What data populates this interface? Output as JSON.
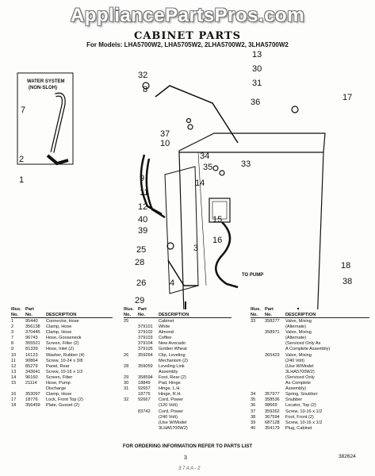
{
  "watermark": "AppliancePartsPros.com",
  "title": "CABINET PARTS",
  "models_line": "For Models: LHA5700W2, LHA5705W2, 2LHA5700W2, 3LHA5700W2",
  "inset_label_1": "WATER SYSTEM",
  "inset_label_2": "(NON-SLOH)",
  "to_pump_label": "TO PUMP",
  "callouts": [
    "13",
    "32",
    "8",
    "30",
    "31",
    "36",
    "17",
    "37",
    "10",
    "7",
    "34",
    "35",
    "33",
    "2",
    "9",
    "11",
    "14",
    "1",
    "12",
    "40",
    "39",
    "15",
    "16",
    "3",
    "25",
    "28",
    "26",
    "4",
    "18",
    "38",
    "29"
  ],
  "parts_header": {
    "illus_1": "Illus.",
    "illus_2": "No.",
    "part_1": "Part",
    "part_2": "No.",
    "desc": "DESCRIPTION"
  },
  "parts_col1": [
    {
      "illus": "1",
      "part": "95440",
      "desc": "Connector, Hose"
    },
    {
      "illus": "2",
      "part": "356138",
      "desc": "Clamp, Hose"
    },
    {
      "illus": "3",
      "part": "370445",
      "desc": "Clamp, Hose"
    },
    {
      "illus": "7",
      "part": "96743",
      "desc": "Hose, Gooseneck"
    },
    {
      "illus": "8",
      "part": "355521",
      "desc": "Screen, Filter (2)"
    },
    {
      "illus": "9",
      "part": "81339",
      "desc": "Hose, Inlet (2)"
    },
    {
      "illus": "10",
      "part": "16123",
      "desc": "Washer, Rubber (4)"
    },
    {
      "illus": "11",
      "part": "90864",
      "desc": "Screw, 10-24 x 3/8"
    },
    {
      "illus": "12",
      "part": "85279",
      "desc": "Panel, Rear"
    },
    {
      "illus": "13",
      "part": "343641",
      "desc": "Screw, 10-16 x 1/2"
    },
    {
      "illus": "14",
      "part": "96160",
      "desc": "Screen, Filter"
    },
    {
      "illus": "15",
      "part": "21114",
      "desc": "Hose, Pump"
    },
    {
      "illus": "",
      "part": "",
      "desc": "Discharge"
    },
    {
      "illus": "16",
      "part": "353097",
      "desc": "Clamp, Hose"
    },
    {
      "illus": "17",
      "part": "18776",
      "desc": "Lock, Front Top (2)"
    },
    {
      "illus": "18",
      "part": "356459",
      "desc": "Plate, Gusset (2)"
    }
  ],
  "parts_col2": [
    {
      "illus": "25",
      "part": "",
      "desc": "Cabinet"
    },
    {
      "illus": "",
      "part": "379101",
      "desc": "White"
    },
    {
      "illus": "",
      "part": "379102",
      "desc": "Almond"
    },
    {
      "illus": "",
      "part": "379103",
      "desc": "Coffee"
    },
    {
      "illus": "",
      "part": "379104",
      "desc": "New Avocado"
    },
    {
      "illus": "",
      "part": "379105",
      "desc": "Golden Wheat"
    },
    {
      "illus": "26",
      "part": "359264",
      "desc": "Clip, Leveling"
    },
    {
      "illus": "",
      "part": "",
      "desc": "Mechanism (2)"
    },
    {
      "illus": "28",
      "part": "359059",
      "desc": "Leveling Link"
    },
    {
      "illus": "",
      "part": "",
      "desc": "Assembly"
    },
    {
      "illus": "29",
      "part": "358594",
      "desc": "Foot, Rear (2)"
    },
    {
      "illus": "30",
      "part": "18849",
      "desc": "Pad, Hinge"
    },
    {
      "illus": "31",
      "part": "92657",
      "desc": "Hinge, L.H."
    },
    {
      "illus": "",
      "part": "18775",
      "desc": "Hinge, R.H."
    },
    {
      "illus": "32",
      "part": "92667",
      "desc": "Cord, Power"
    },
    {
      "illus": "",
      "part": "",
      "desc": "(120 Volt)"
    },
    {
      "illus": "",
      "part": "83742",
      "desc": "Cord, Power"
    },
    {
      "illus": "",
      "part": "",
      "desc": "(240 Volt)"
    },
    {
      "illus": "",
      "part": "",
      "desc": "(Use W/Model"
    },
    {
      "illus": "",
      "part": "",
      "desc": "3LHA5700W2)"
    }
  ],
  "parts_col3": [
    {
      "illus": "33",
      "part": "358277",
      "desc": "Valve, Mixing"
    },
    {
      "illus": "",
      "part": "",
      "desc": "(Alternate)"
    },
    {
      "illus": "",
      "part": "358971",
      "desc": "Valve, Mixing"
    },
    {
      "illus": "",
      "part": "",
      "desc": "(Alternate)"
    },
    {
      "illus": "",
      "part": "",
      "desc": "(Serviced Only As"
    },
    {
      "illus": "",
      "part": "",
      "desc": "A Complete Assembly)"
    },
    {
      "illus": "",
      "part": "365423",
      "desc": "Valve, Mixing"
    },
    {
      "illus": "",
      "part": "",
      "desc": "(240 Volt)"
    },
    {
      "illus": "",
      "part": "",
      "desc": "(Use W/Model"
    },
    {
      "illus": "",
      "part": "",
      "desc": "3LHA5700W2)"
    },
    {
      "illus": "",
      "part": "",
      "desc": "(Serviced Only"
    },
    {
      "illus": "",
      "part": "",
      "desc": "As Complete"
    },
    {
      "illus": "",
      "part": "",
      "desc": "Assembly)"
    },
    {
      "illus": "34",
      "part": "357977",
      "desc": "Spring, Snubber"
    },
    {
      "illus": "35",
      "part": "358536",
      "desc": "Snubber"
    },
    {
      "illus": "36",
      "part": "98669",
      "desc": "Locator, Top (2)"
    },
    {
      "illus": "37",
      "part": "359262",
      "desc": "Screw, 10-16 x 1/2"
    },
    {
      "illus": "38",
      "part": "367594",
      "desc": "Foot, Front (2)"
    },
    {
      "illus": "39",
      "part": "687128",
      "desc": "Screw, 10-16 x 1/2"
    },
    {
      "illus": "40",
      "part": "354179",
      "desc": "Plug, Cabinet"
    }
  ],
  "footer_note": "FOR ORDERING INFORMATION REFER TO PARTS LIST",
  "page_number": "3",
  "document_number": "382624",
  "handwritten_note": "3 7 A  A - 2"
}
